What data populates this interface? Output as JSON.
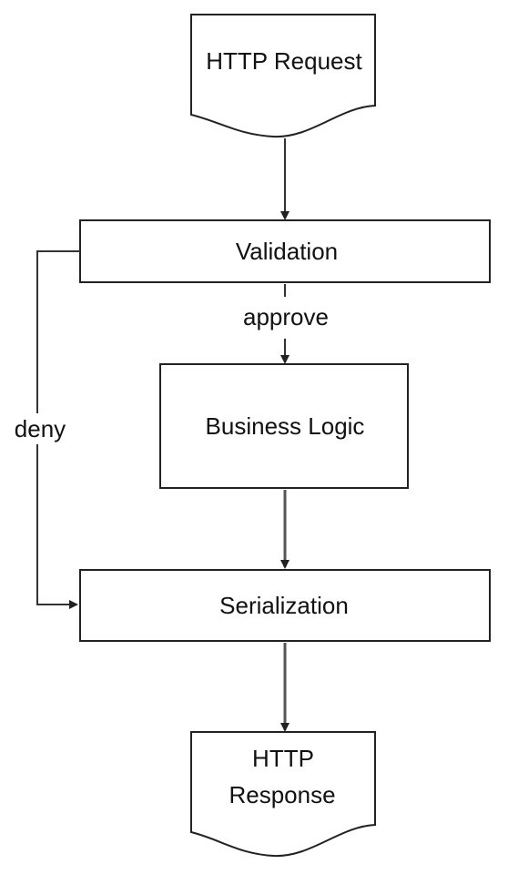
{
  "diagram": {
    "nodes": {
      "http_request": {
        "label": "HTTP Request"
      },
      "validation": {
        "label": "Validation"
      },
      "business_logic": {
        "label": "Business Logic"
      },
      "serialization": {
        "label": "Serialization"
      },
      "http_response": {
        "label_line1": "HTTP",
        "label_line2": "Response"
      }
    },
    "edges": {
      "approve": {
        "label": "approve"
      },
      "deny": {
        "label": "deny"
      }
    }
  }
}
